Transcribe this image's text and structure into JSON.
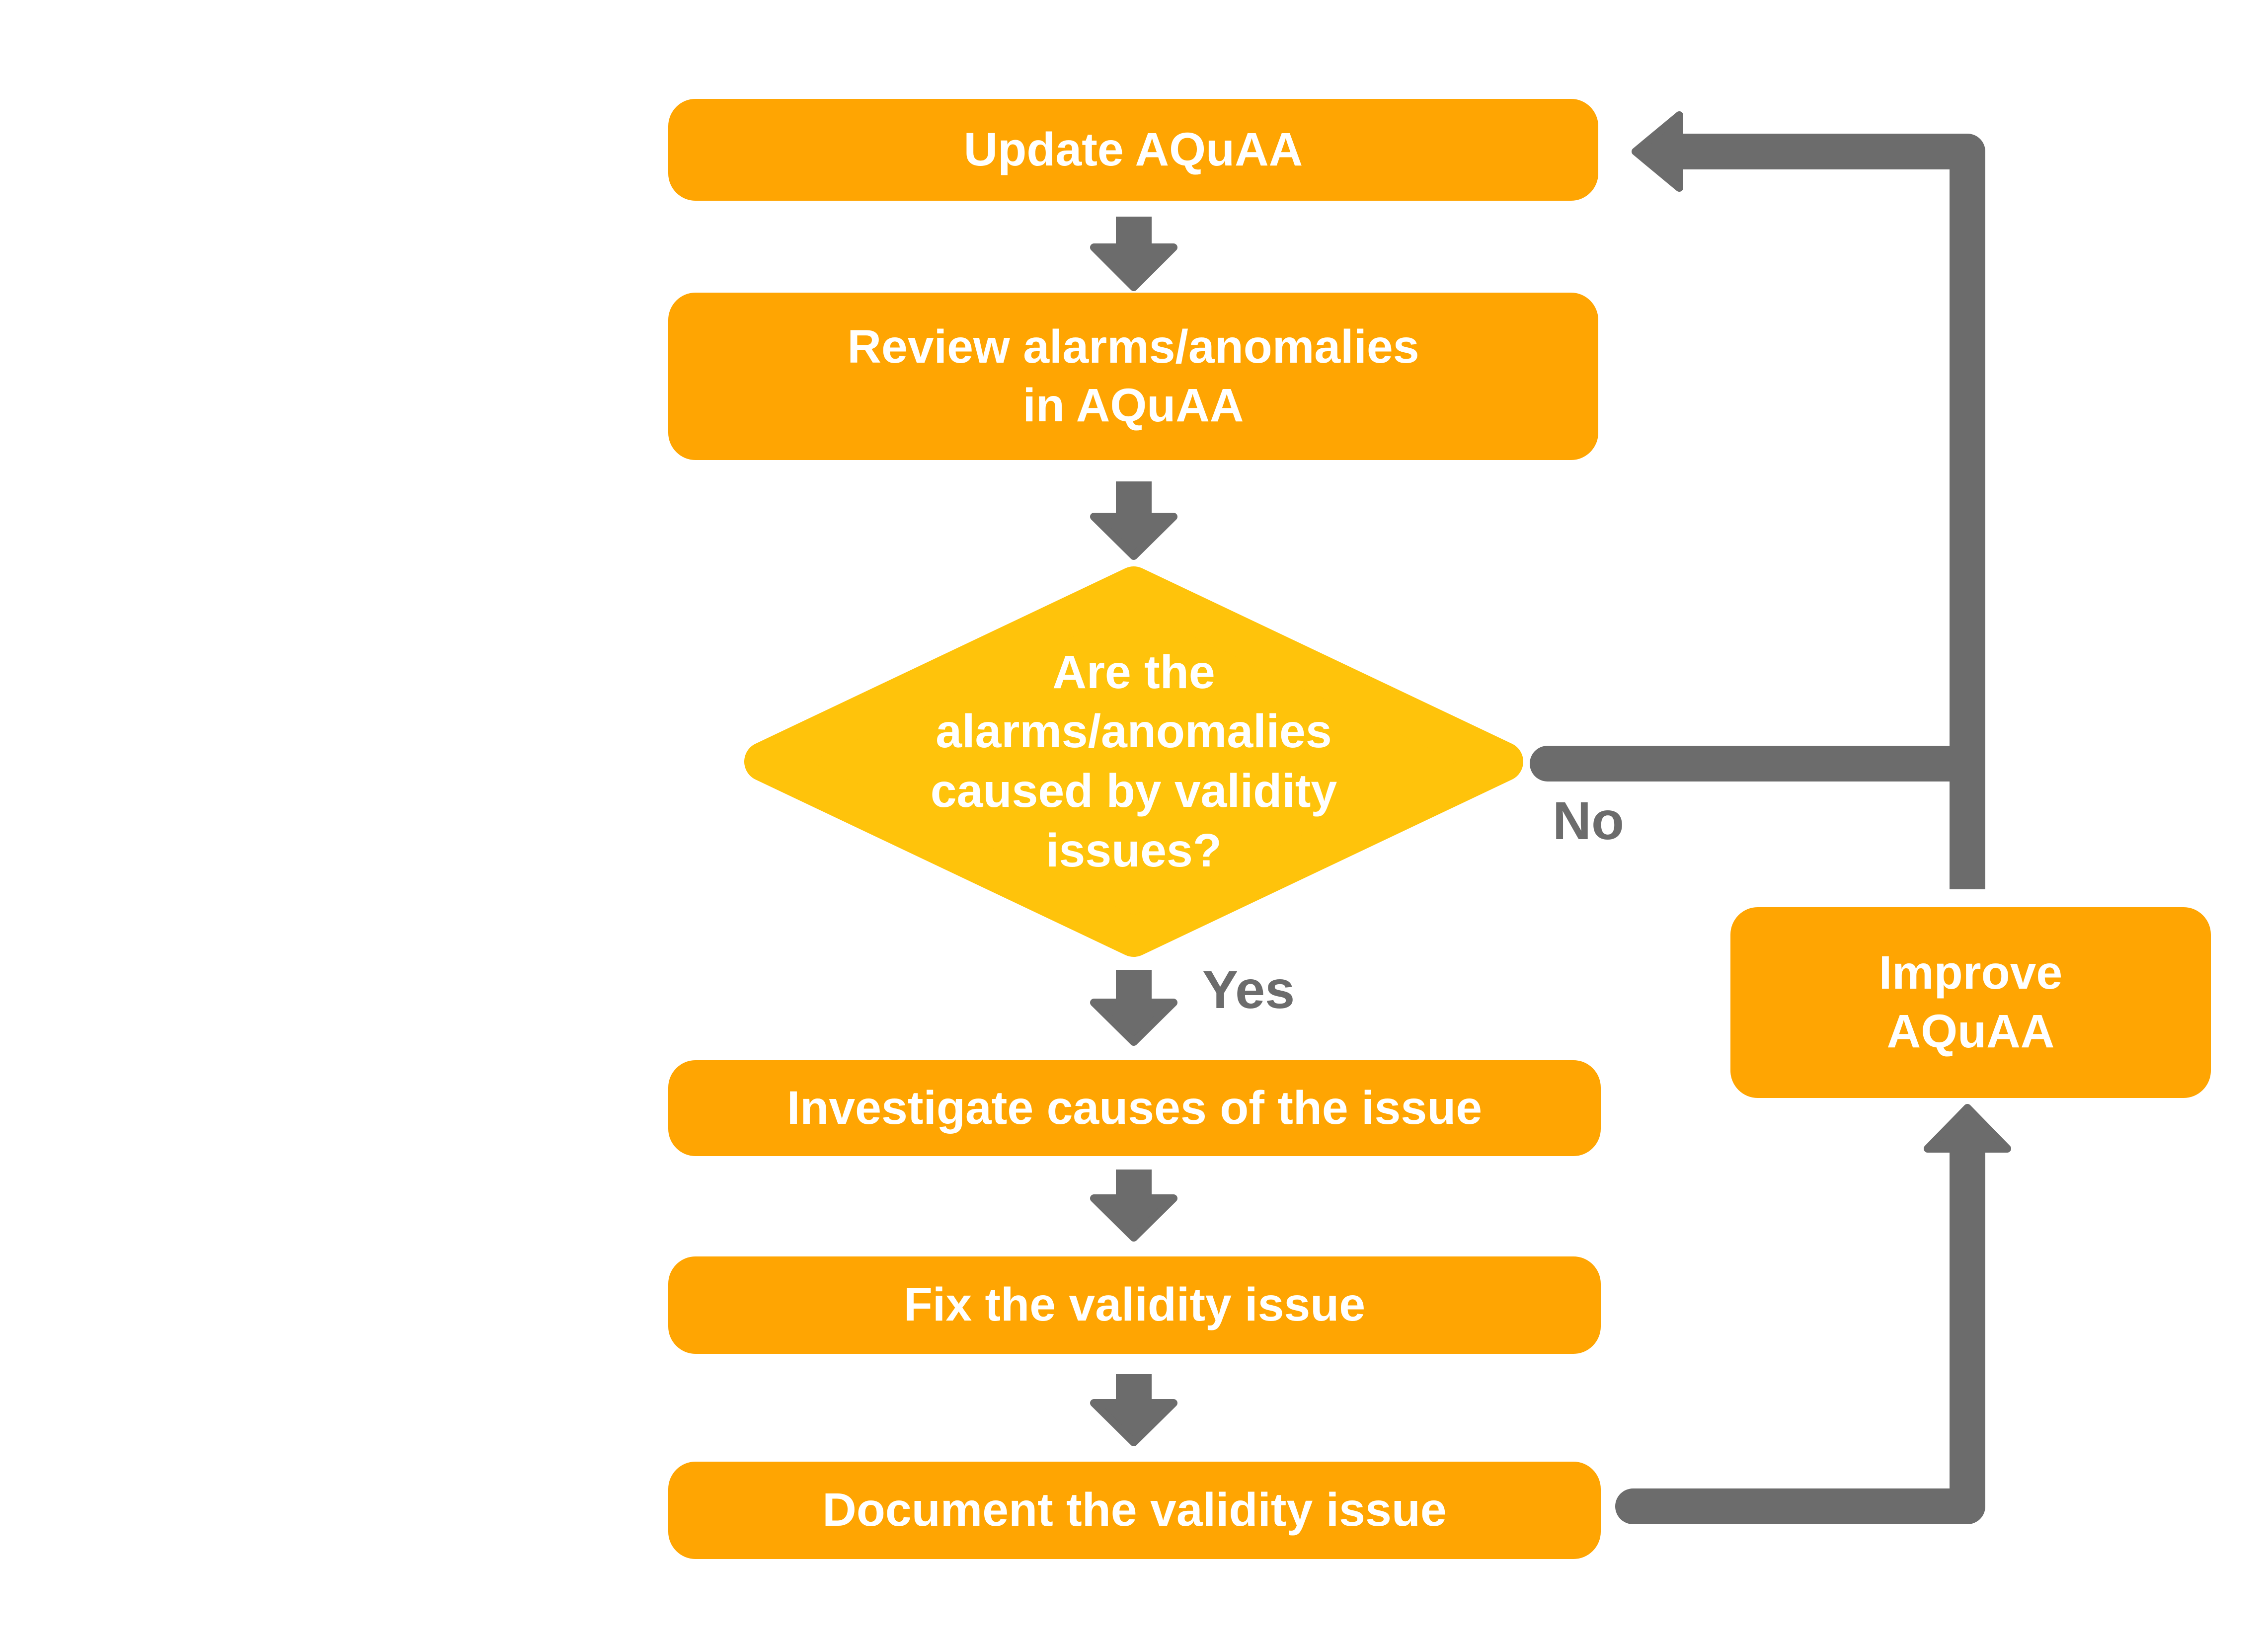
{
  "palette": {
    "process_fill": "#FFA502",
    "decision_fill": "#FFC30B",
    "connector": "#6C6C6C",
    "node_text": "#FFFFFF",
    "background": "#FFFFFF"
  },
  "nodes": {
    "update": {
      "label": "Update AQuAA"
    },
    "review": {
      "lines": [
        "Review alarms/anomalies",
        "in AQuAA"
      ]
    },
    "decision": {
      "lines": [
        "Are the",
        "alarms/anomalies",
        "caused by validity",
        "issues?"
      ]
    },
    "investigate": {
      "label": "Investigate causes of the issue"
    },
    "fix": {
      "label": "Fix the validity issue"
    },
    "document": {
      "label": "Document the validity issue"
    },
    "improve": {
      "lines": [
        "Improve",
        "AQuAA"
      ]
    }
  },
  "edge_labels": {
    "yes": "Yes",
    "no": "No"
  }
}
